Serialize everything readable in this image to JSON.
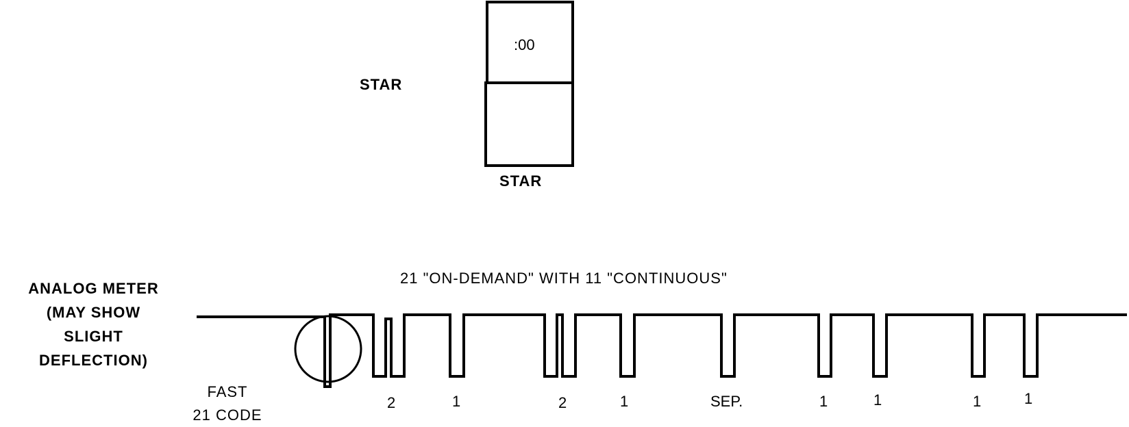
{
  "display": {
    "readout": ":00",
    "left_label": "STAR",
    "bottom_label": "STAR"
  },
  "meter": {
    "label_lines": [
      "ANALOG METER",
      "(MAY SHOW",
      "SLIGHT",
      "DEFLECTION)"
    ],
    "caption": "21 \"ON-DEMAND\" WITH 11 \"CONTINUOUS\"",
    "fast_code_lines": [
      "FAST",
      "21 CODE"
    ],
    "pulse_labels": [
      "2",
      "1",
      "2",
      "1",
      "SEP.",
      "1",
      "1",
      "1",
      "1"
    ]
  }
}
